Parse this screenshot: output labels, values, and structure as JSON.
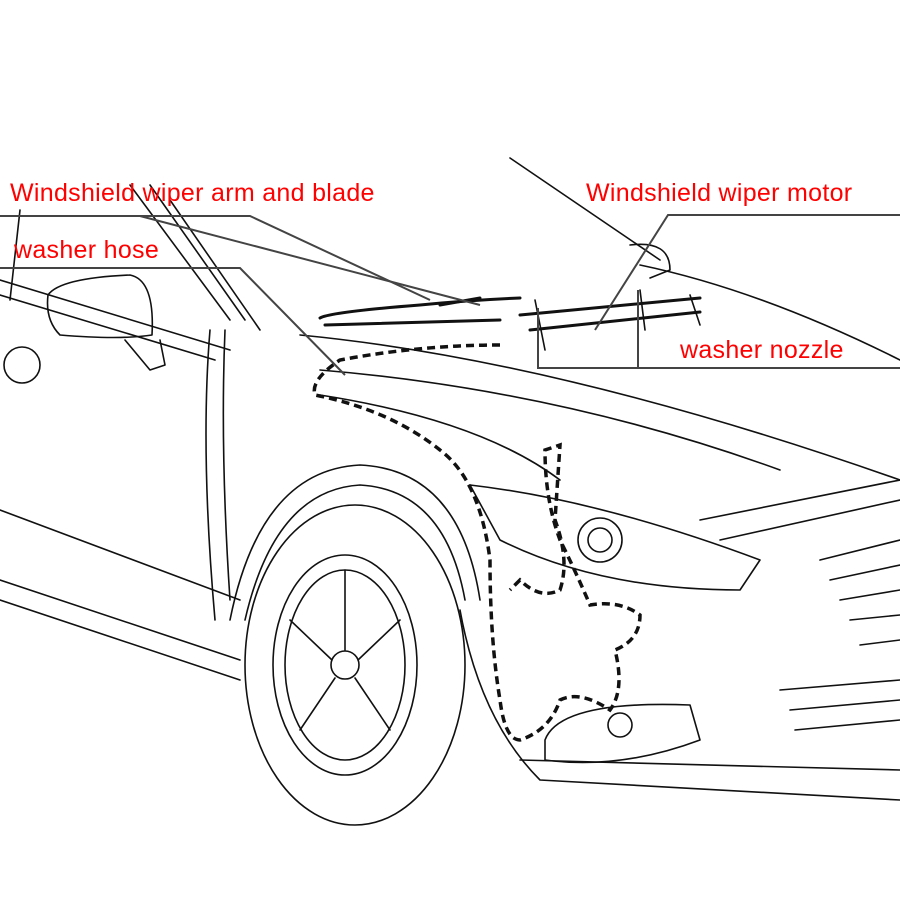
{
  "labels": {
    "wiper_arm": "Windshield wiper arm and blade",
    "wiper_motor": "Windshield wiper motor",
    "washer_hose": "washer hose",
    "washer_nozzle": "washer nozzle"
  },
  "colors": {
    "label": "#ff0000",
    "lines": "#111111"
  }
}
